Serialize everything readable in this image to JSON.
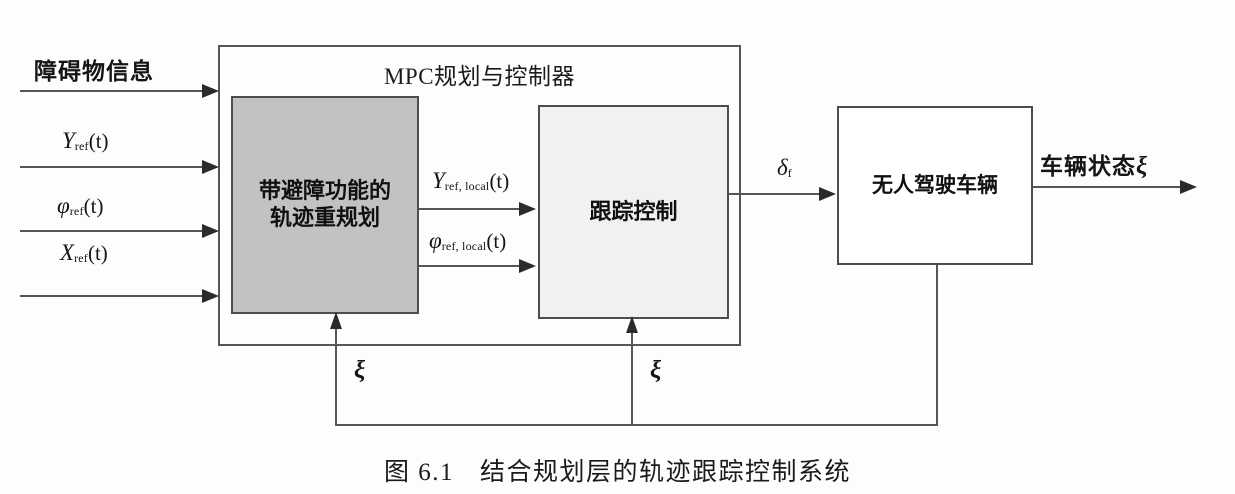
{
  "figure": {
    "caption_prefix": "图 6.1",
    "caption_text": "结合规划层的轨迹跟踪控制系统",
    "type": "block-diagram",
    "colors": {
      "line": "#555555",
      "arrow": "#2b2b2b",
      "replan_fill": "#c2c2c2",
      "tracking_fill": "#f1f1f1",
      "vehicle_fill": "#ffffff",
      "page_background": "#fdfdfd"
    }
  },
  "containers": {
    "mpc": {
      "title": "MPC规划与控制器"
    }
  },
  "blocks": {
    "replan": {
      "label": "带避障功能的\n轨迹重规划"
    },
    "tracking": {
      "label": "跟踪控制"
    },
    "vehicle": {
      "label": "无人驾驶车辆"
    }
  },
  "inputs": [
    {
      "id": "obstacle",
      "label": "障碍物信息",
      "kind": "cn"
    },
    {
      "id": "y_ref",
      "symbol": "Y",
      "sub": "ref",
      "arg": "(t)",
      "kind": "math"
    },
    {
      "id": "phi_ref",
      "symbol": "φ",
      "sub": "ref",
      "arg": "(t)",
      "kind": "math"
    },
    {
      "id": "x_ref",
      "symbol": "X",
      "sub": "ref",
      "arg": "(t)",
      "kind": "math"
    }
  ],
  "internal_signals": [
    {
      "id": "y_ref_local",
      "symbol": "Y",
      "sub": "ref, local",
      "arg": "(t)"
    },
    {
      "id": "phi_ref_local",
      "symbol": "φ",
      "sub": "ref, local",
      "arg": "(t)"
    }
  ],
  "control_signal": {
    "symbol": "δ",
    "sub": "f"
  },
  "output": {
    "label": "车辆状态",
    "symbol": "ξ"
  },
  "feedback": [
    {
      "id": "feedback_left",
      "symbol": "ξ"
    },
    {
      "id": "feedback_right",
      "symbol": "ξ"
    }
  ]
}
